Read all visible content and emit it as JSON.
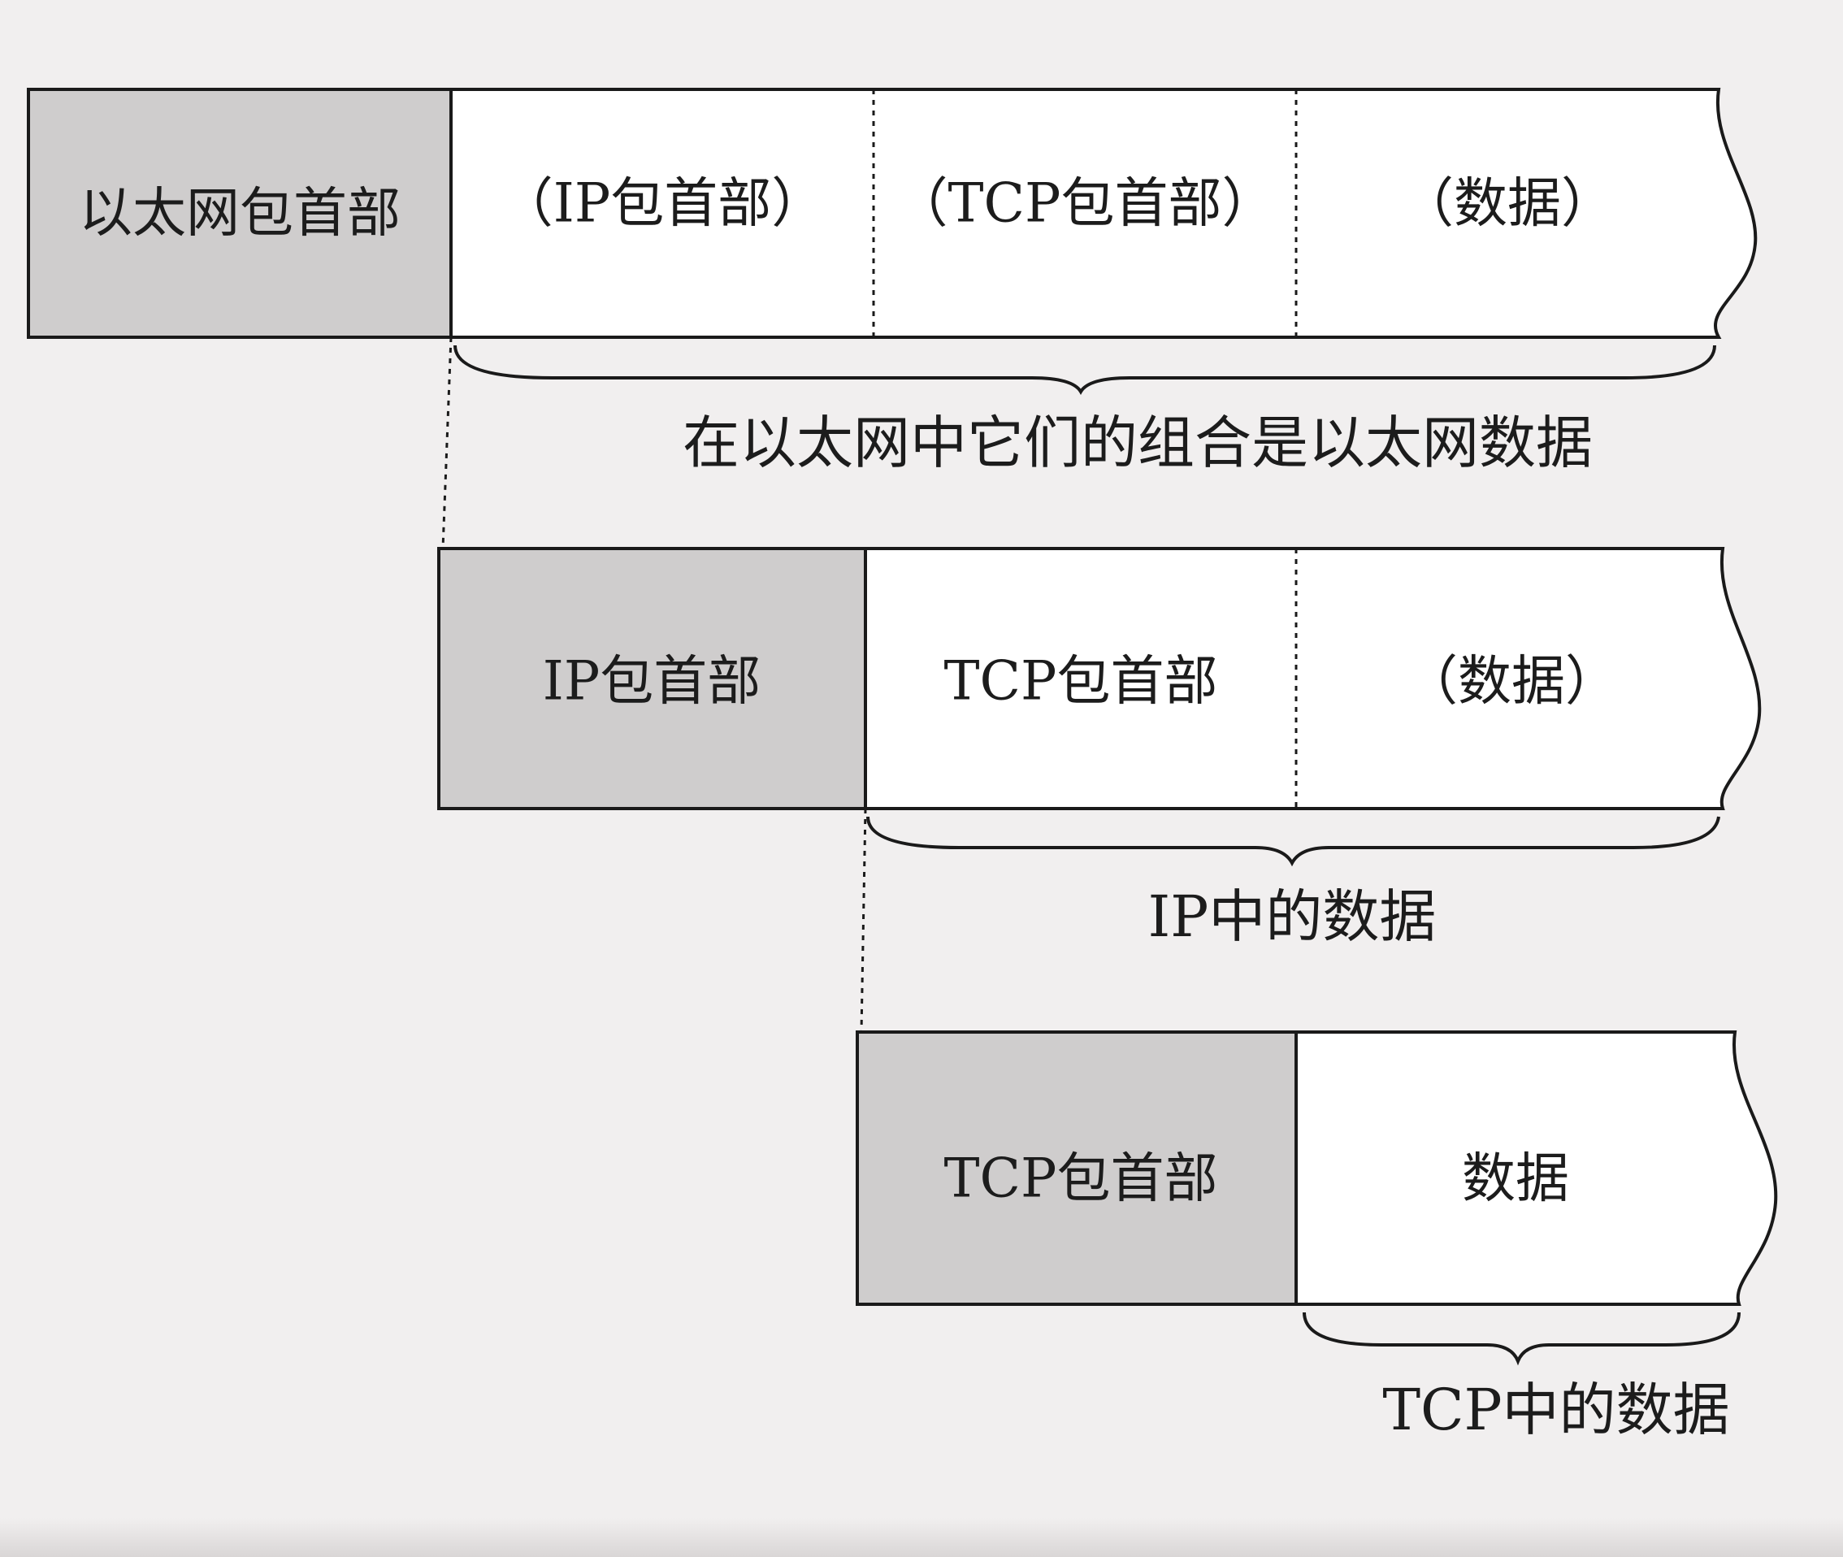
{
  "rows": [
    {
      "header": "以太网包首部",
      "cells": [
        "（IP包首部）",
        "（TCP包首部）",
        "（数据）"
      ],
      "caption": "在以太网中它们的组合是以太网数据"
    },
    {
      "header": "IP包首部",
      "cells": [
        "TCP包首部",
        "（数据）"
      ],
      "caption": "IP中的数据"
    },
    {
      "header": "TCP包首部",
      "cells": [
        "数据"
      ],
      "caption": "TCP中的数据"
    }
  ],
  "colors": {
    "header_fill": "#cfcdcd",
    "cell_fill": "#ffffff",
    "stroke": "#1a1a1a",
    "background": "#f1efef"
  }
}
